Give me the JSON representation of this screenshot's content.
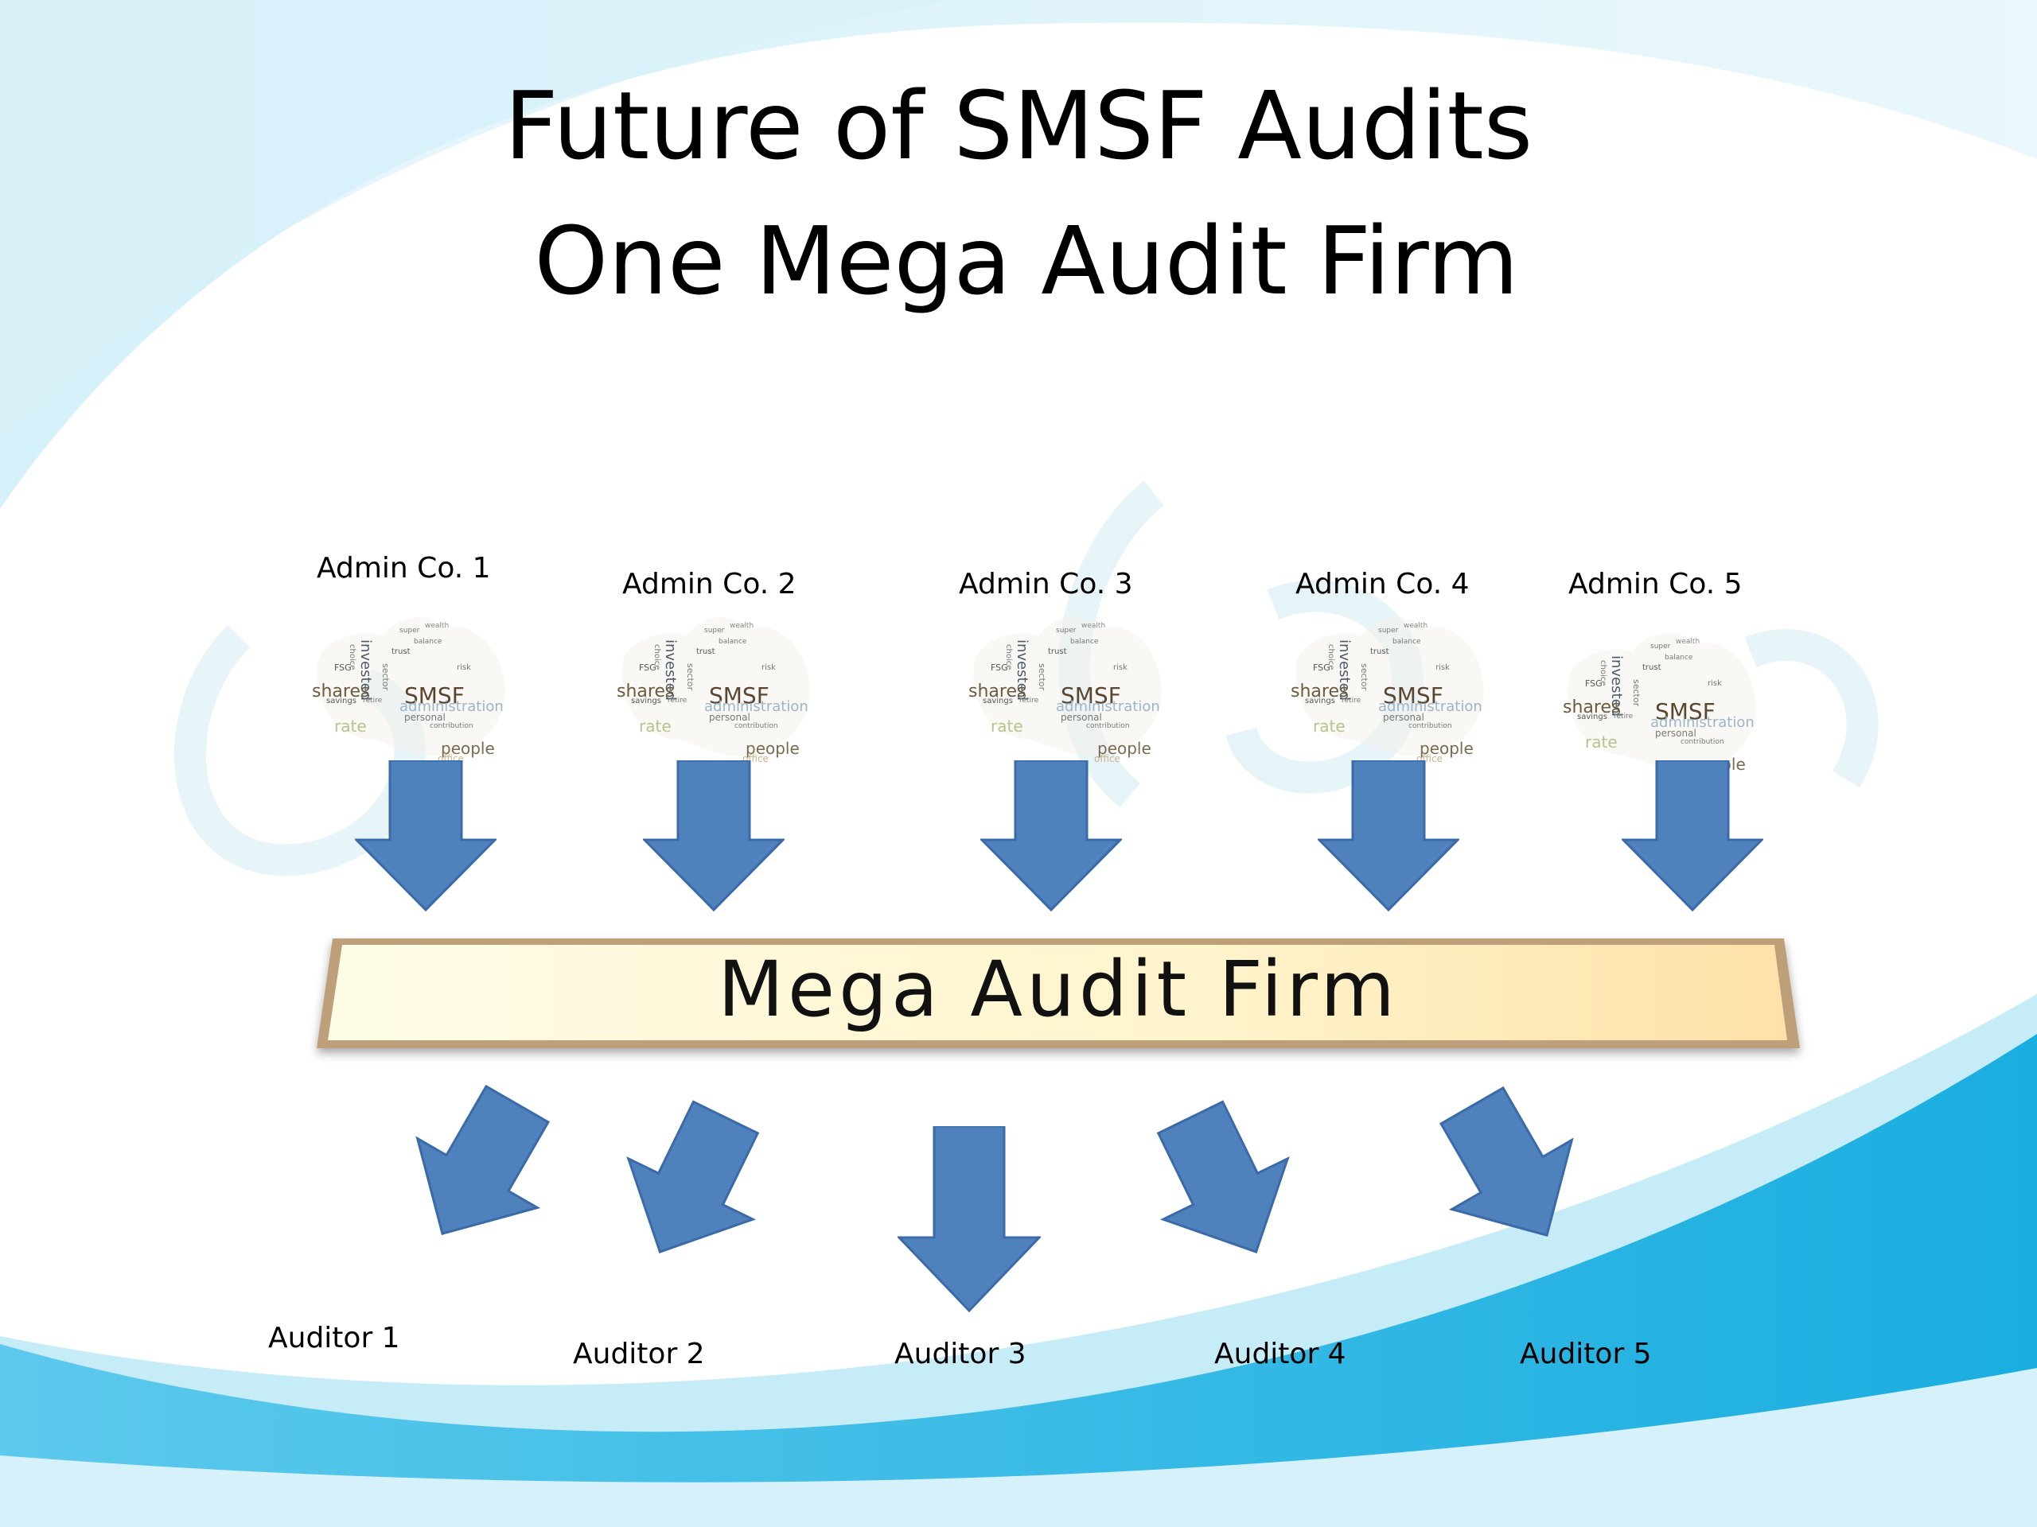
{
  "slide": {
    "title_line1": "Future of SMSF Audits",
    "title_line2": "One Mega Audit Firm"
  },
  "colors": {
    "arrow_fill": "#4f81bd",
    "arrow_stroke": "#3a6aa8",
    "wave_dark": "#1fb6e4",
    "wave_light": "#bfeaf7",
    "banner_fill": "#fff1c2",
    "banner_edge": "#a68a64"
  },
  "admins": [
    {
      "label": "Admin Co. 1"
    },
    {
      "label": "Admin Co. 2"
    },
    {
      "label": "Admin Co. 3"
    },
    {
      "label": "Admin Co. 4"
    },
    {
      "label": "Admin Co. 5"
    }
  ],
  "word_cloud": {
    "shape": "australia-map",
    "words": [
      "super",
      "balance",
      "FSG",
      "trust",
      "invested",
      "sector",
      "shares",
      "SMSF",
      "administration",
      "savings",
      "retire",
      "personal",
      "contribution",
      "rate",
      "people",
      "office",
      "risk",
      "choice",
      "wealth"
    ]
  },
  "hub": {
    "label": "Mega Audit Firm"
  },
  "auditors": [
    {
      "label": "Auditor 1"
    },
    {
      "label": "Auditor  2"
    },
    {
      "label": "Auditor 3"
    },
    {
      "label": "Auditor 4"
    },
    {
      "label": "Auditor 5"
    }
  ]
}
